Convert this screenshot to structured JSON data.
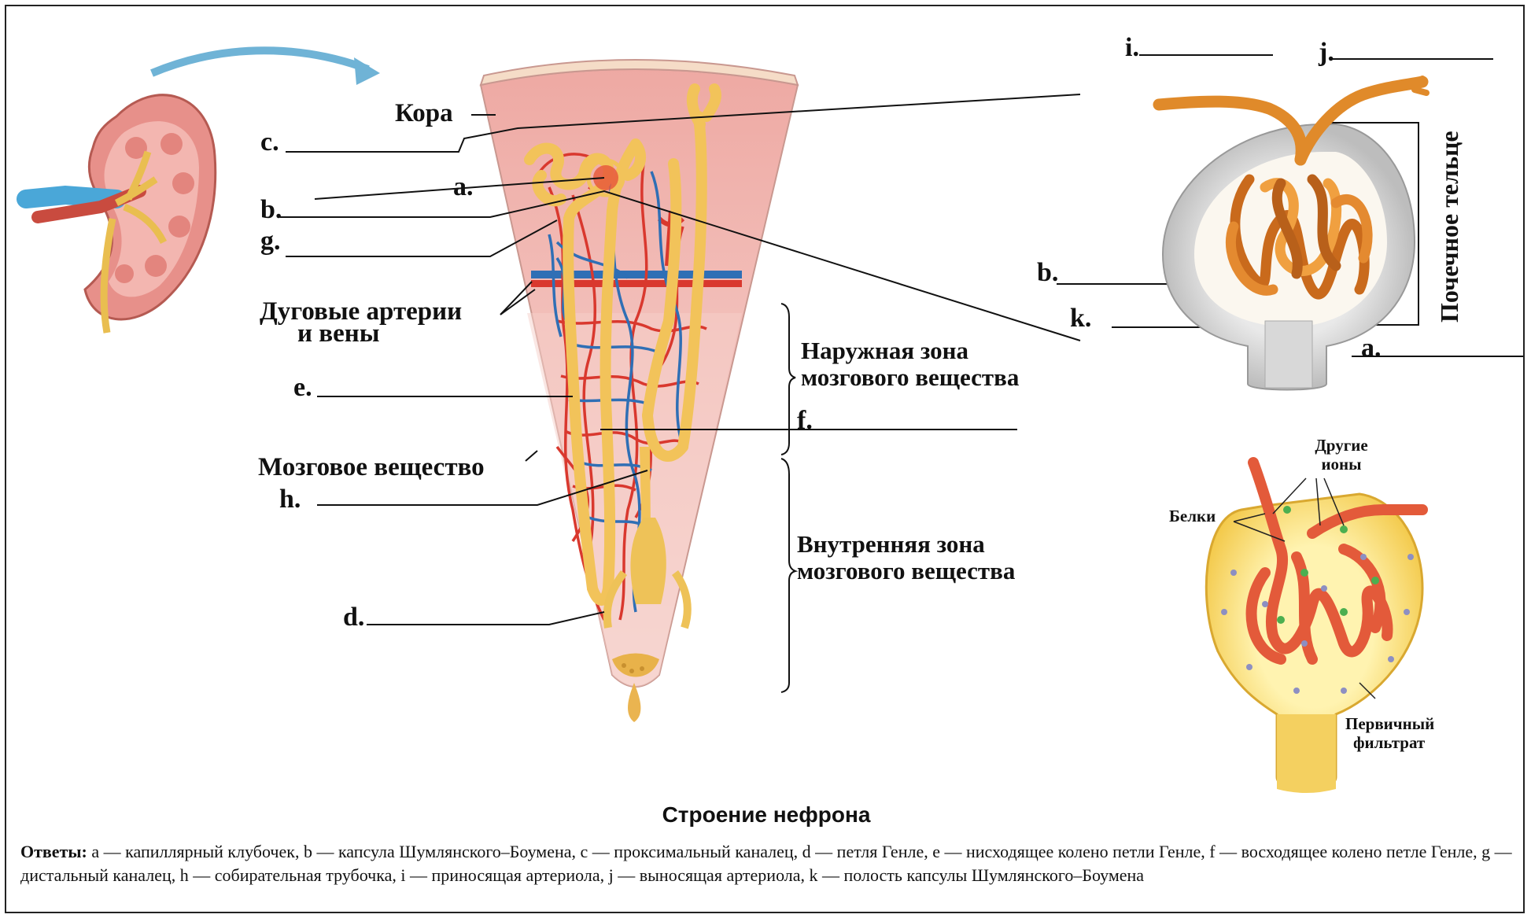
{
  "labels": {
    "kora": "Кора",
    "arc_vessels_1": "Дуговые артерии",
    "arc_vessels_2": "и вены",
    "medulla": "Мозговое вещество",
    "outer_zone_1": "Наружная зона",
    "outer_zone_2": "мозгового вещества",
    "inner_zone_1": "Внутренняя зона",
    "inner_zone_2": "мозгового вещества",
    "renal_corpuscle": "Почечное тельце",
    "other_ions_1": "Другие",
    "other_ions_2": "ионы",
    "proteins": "Белки",
    "primary_filtrate_1": "Первичный",
    "primary_filtrate_2": "фильтрат"
  },
  "letters": {
    "a": "a.",
    "b": "b.",
    "c": "c.",
    "d": "d.",
    "e": "e.",
    "f": "f.",
    "g": "g.",
    "h": "h.",
    "i": "i.",
    "j": "j.",
    "k": "k."
  },
  "caption": "Строение нефрона",
  "answers": {
    "prefix": "Ответы:",
    "text": " a — капиллярный клубочек, b — капсула Шумлянского–Боумена, c — проксимальный каналец, d — петля Генле, e — нисходящее колено петли Генле, f — восходящее колено петле Генле, g — дистальный каналец, h — собирательная трубочка, i — приносящая артериола, j — выносящая артериола, k — полость капсулы Шумлянского–Боумена"
  },
  "colors": {
    "artery": "#d9382e",
    "vein": "#2f6fb5",
    "tubule": "#f2c35a",
    "cortex": "#f1b3ad",
    "medulla": "#f4c9c4"
  }
}
